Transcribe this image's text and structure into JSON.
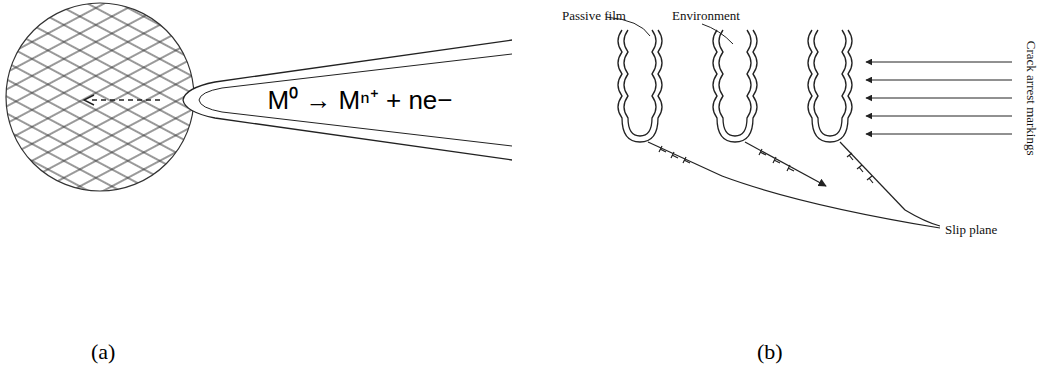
{
  "diagram": {
    "labels": [
      "M⁰ → Mⁿ⁺ + ne−",
      "Passive film",
      "Environment",
      "Crack arrest markings",
      "Slip plane",
      "(a)",
      "(b)"
    ]
  }
}
